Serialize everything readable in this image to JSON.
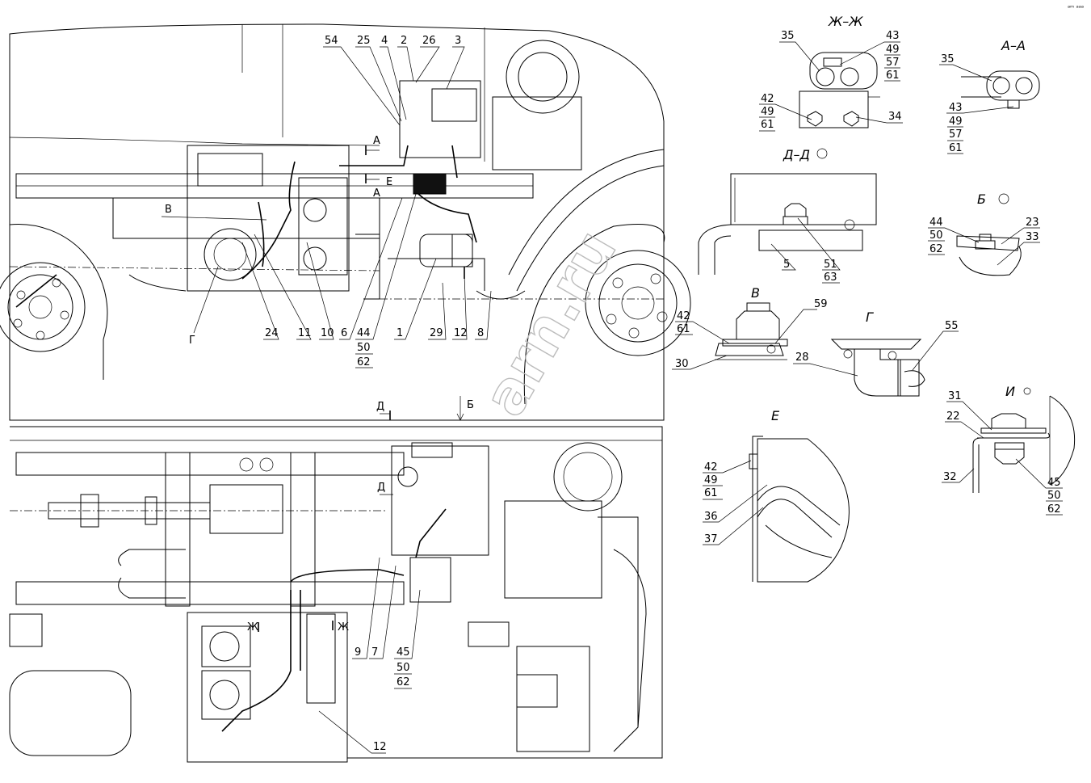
{
  "corner_mark": "ᵃᵐ ᵃᵃᵃ",
  "sections": {
    "zh": "Ж–Ж",
    "aa": "А–А",
    "dd": "Д–Д",
    "b": "Б",
    "v": "В",
    "g": "Г",
    "e": "Е",
    "i": "И"
  },
  "main_markers": {
    "A_top": "А",
    "A_bottom": "А",
    "E": "Е",
    "V": "В",
    "G": "Г",
    "D": "Д",
    "D2": "Д",
    "B": "Б",
    "Zh1": "Ж",
    "Zh2": "Ж"
  },
  "top_view_labels": {
    "n54": "54",
    "n25": "25",
    "n4": "4",
    "n2": "2",
    "n26": "26",
    "n3": "3",
    "n24": "24",
    "n11": "11",
    "n10": "10",
    "n6": "6",
    "n44": "44",
    "n50": "50",
    "n62": "62",
    "n1": "1",
    "n29": "29",
    "n12": "12",
    "n8": "8"
  },
  "bottom_view_labels": {
    "n9": "9",
    "n7": "7",
    "n45": "45",
    "n50": "50",
    "n62": "62",
    "n12": "12"
  },
  "detail_labels": {
    "zh_35": "35",
    "zh_43": "43",
    "zh_49a": "49",
    "zh_57": "57",
    "zh_61a": "61",
    "zh_42": "42",
    "zh_49b": "49",
    "zh_61b": "61",
    "zh_34": "34",
    "aa_35": "35",
    "aa_43": "43",
    "aa_49": "49",
    "aa_57": "57",
    "aa_61": "61",
    "dd_5": "5",
    "dd_51": "51",
    "dd_63": "63",
    "b_44": "44",
    "b_50": "50",
    "b_62": "62",
    "b_23": "23",
    "b_33": "33",
    "v_42": "42",
    "v_61": "61",
    "v_59": "59",
    "v_30": "30",
    "g_28": "28",
    "g_55": "55",
    "e_42": "42",
    "e_49": "49",
    "e_61": "61",
    "e_36": "36",
    "e_37": "37",
    "i_31": "31",
    "i_22": "22",
    "i_32": "32",
    "i_45": "45",
    "i_50": "50",
    "i_62": "62"
  },
  "watermark": "arn.ru"
}
